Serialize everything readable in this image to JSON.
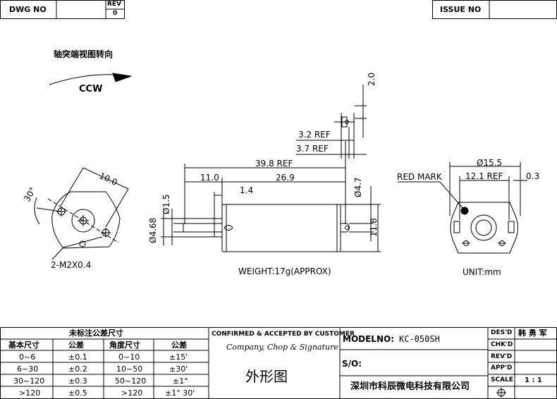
{
  "header": {
    "dwg_no_label": "DWG NO",
    "rev_label": "REV",
    "rev_value": "0",
    "issue_no_label": "ISSUE NO"
  },
  "rotation_note": {
    "title": "轴突端视图转向",
    "direction": "CCW"
  },
  "dimensions": {
    "top_view": {
      "angle": "30°",
      "length": "10.0",
      "screw_note": "2-M2X0.4"
    },
    "side_view": {
      "d1": "2.0",
      "d2": "3.2 REF",
      "d3": "3.7 REF",
      "d4": "39.8 REF",
      "d5": "11.0",
      "d6": "26.9",
      "d7": "1.4",
      "d8": "Ø1.5",
      "d9": "Ø4.68",
      "d10": "Ø4.7",
      "d11": "11.8",
      "weight": "WEIGHT:17g(APPROX)"
    },
    "end_view": {
      "d1": "Ø15.5",
      "d2": "12.1 REF",
      "d3": "0.3",
      "red_mark": "RED MARK",
      "unit": "UNIT:mm"
    }
  },
  "tolerance_table": {
    "title": "未标注公差尺寸",
    "headers": [
      "基本尺寸",
      "公差",
      "角度尺寸",
      "公差"
    ],
    "rows": [
      [
        "0~6",
        "±0.1",
        "0~10",
        "±15'"
      ],
      [
        "6~30",
        "±0.2",
        "10~50",
        "±30'"
      ],
      [
        "30~120",
        "±0.3",
        "50~120",
        "±1°"
      ],
      [
        ">120",
        "±0.5",
        ">120",
        "±1° 30'"
      ]
    ]
  },
  "confirmation": {
    "title": "CONFIRMED & ACCEPTED BY CUSTOMER",
    "subtitle": "Company, Chop & Signature",
    "drawing_name": "外形图"
  },
  "model": {
    "model_label": "MODELNO:",
    "model_value": "KC-050SH",
    "so_label": "S/O:",
    "company": "深圳市科辰微电科技有限公司"
  },
  "approvals": {
    "des_label": "DES'D",
    "des_value": "韩 勇 军",
    "chk_label": "CHK'D",
    "rev_label": "REV'D",
    "app_label": "APP'D",
    "scale_label": "SCALE",
    "scale_value": "1 : 1"
  }
}
